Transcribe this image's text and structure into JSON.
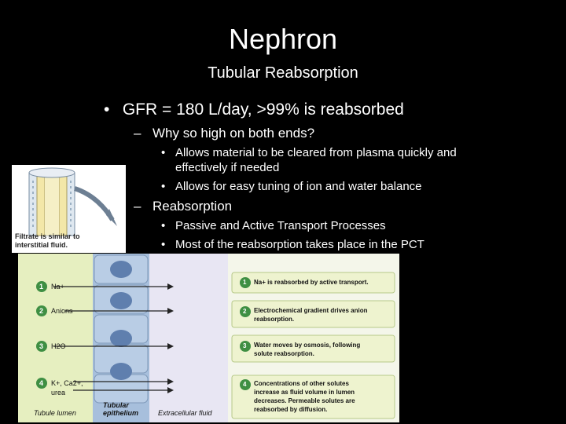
{
  "slide": {
    "title": "Nephron",
    "subtitle": "Tubular Reabsorption",
    "bullet1": "GFR = 180 L/day, >99% is reabsorbed",
    "sub1": "Why so high on both ends?",
    "sub1_items": [
      "Allows material to be cleared from plasma quickly and",
      "effectively if needed",
      "Allows for easy tuning of ion and water balance"
    ],
    "sub2": "Reabsorption",
    "sub2_items": [
      "Passive and Active Transport Processes",
      "Most of the reabsorption takes place in the PCT"
    ]
  },
  "diagram_top": {
    "caption_line1": "Filtrate is similar to",
    "caption_line2": "interstitial fluid."
  },
  "diagram_main": {
    "left_labels": [
      {
        "num": "1",
        "text": "Na+"
      },
      {
        "num": "2",
        "text": "Anions"
      },
      {
        "num": "3",
        "text": "H2O"
      },
      {
        "num": "4",
        "text": "K+, Ca2+,"
      }
    ],
    "left_label_extra": "urea",
    "right_boxes": [
      {
        "num": "1",
        "lines": [
          "Na+ is reabsorbed by active transport."
        ]
      },
      {
        "num": "2",
        "lines": [
          "Electrochemical gradient drives anion",
          "reabsorption."
        ]
      },
      {
        "num": "3",
        "lines": [
          "Water moves by osmosis, following",
          "solute reabsorption."
        ]
      },
      {
        "num": "4",
        "lines": [
          "Concentrations of other solutes",
          "increase as fluid volume in lumen",
          "decreases. Permeable solutes are",
          "reabsorbed by diffusion."
        ]
      }
    ],
    "footer_lumen": "Tubule lumen",
    "footer_epi_1": "Tubular",
    "footer_epi_2": "epithelium",
    "footer_ecf": "Extracellular fluid",
    "colors": {
      "lumen_bg": "#e6efc0",
      "epithelium": "#a7bfdc",
      "ecf_bg": "#e8e6f3",
      "circle": "#3f8f43",
      "box_bg": "#eef3cf",
      "box_border": "#b7c98a"
    }
  }
}
